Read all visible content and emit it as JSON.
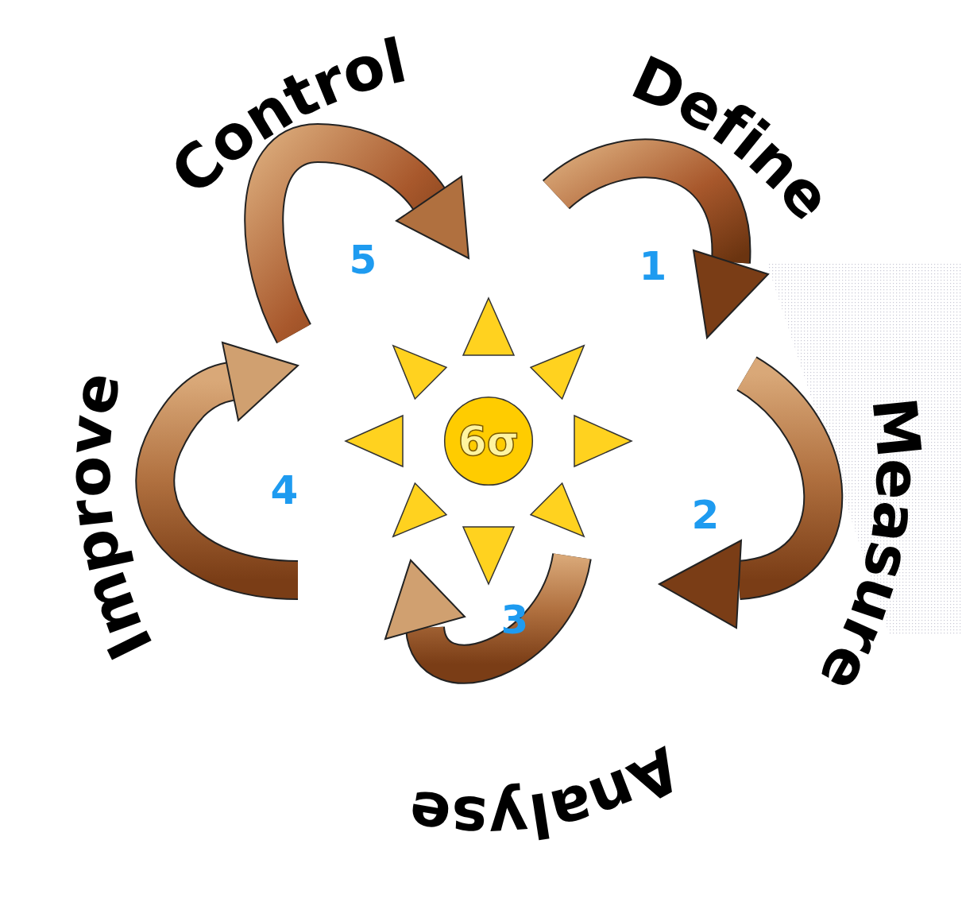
{
  "diagram": {
    "nodes": [
      {
        "text": [
          "6σ"
        ]
      }
    ],
    "labels": [
      "Define",
      "Measure",
      "Analyse",
      "Improve",
      "Control",
      "1",
      "2",
      "3",
      "4",
      "5"
    ]
  }
}
